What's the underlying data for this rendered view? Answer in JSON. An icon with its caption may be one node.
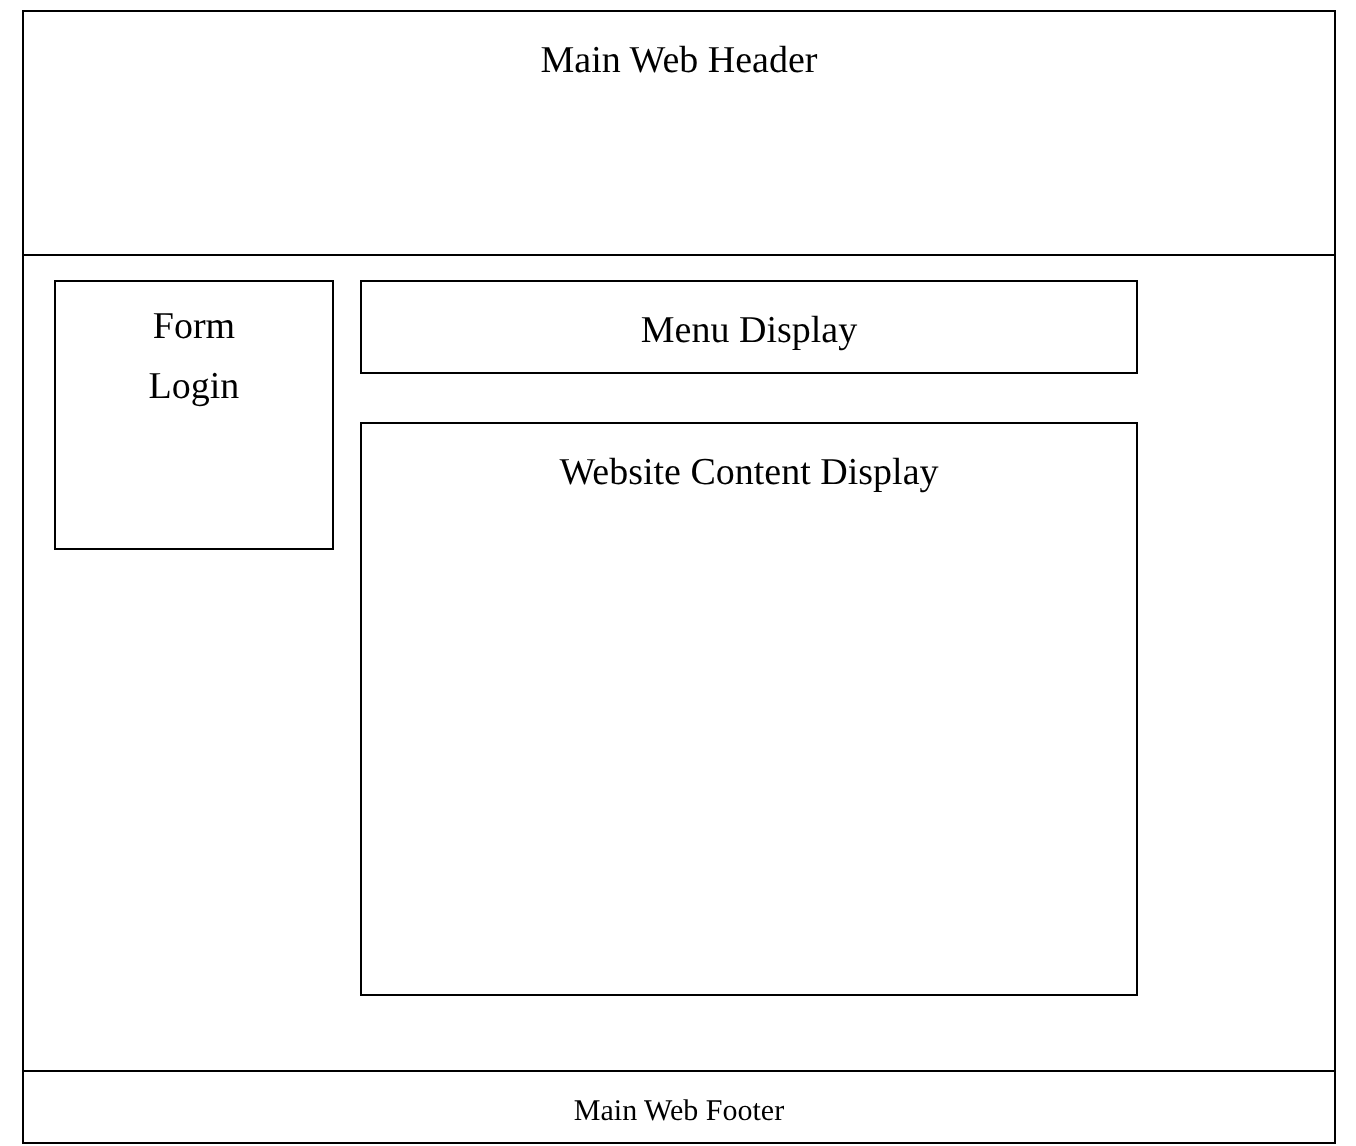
{
  "diagram": {
    "nodes": [
      {
        "text": [
          "Main Web Header"
        ]
      },
      {
        "text": [
          "Form Login"
        ]
      },
      {
        "text": [
          "Menu Display"
        ]
      },
      {
        "text": [
          "Website Content Display"
        ]
      },
      {
        "text": [
          "Main Web Footer"
        ]
      }
    ]
  }
}
